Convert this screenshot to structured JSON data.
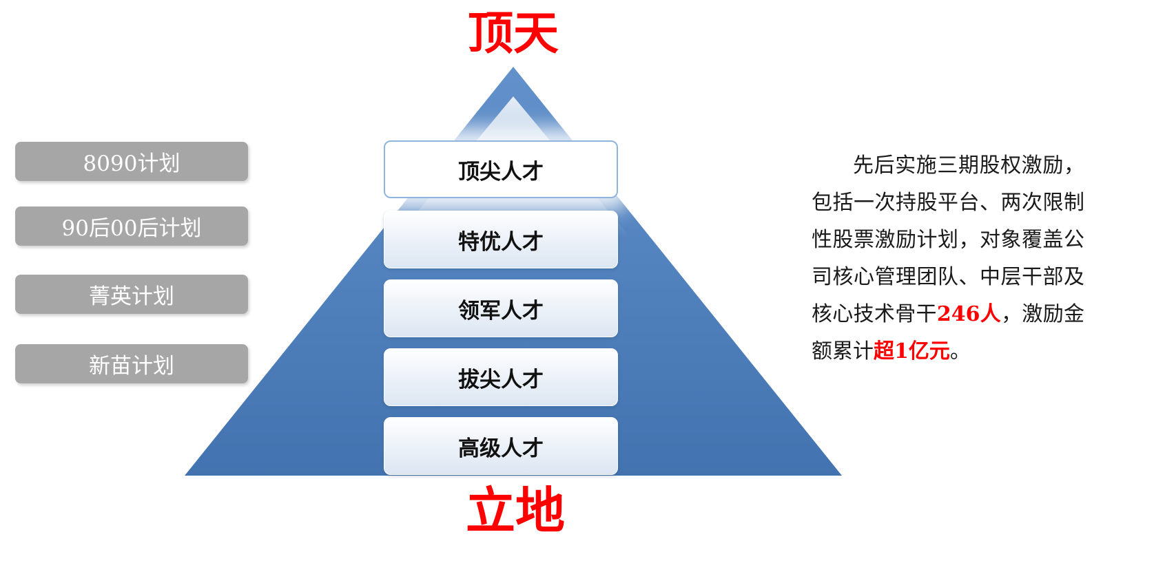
{
  "titles": {
    "top": "顶天",
    "bottom": "立地"
  },
  "left_plans": [
    {
      "label": "8090计划"
    },
    {
      "label": "90后00后计划"
    },
    {
      "label": "菁英计划"
    },
    {
      "label": "新苗计划"
    }
  ],
  "pyramid_levels": [
    {
      "label": "顶尖人才"
    },
    {
      "label": "特优人才"
    },
    {
      "label": "领军人才"
    },
    {
      "label": "拔尖人才"
    },
    {
      "label": "高级人才"
    }
  ],
  "description": {
    "segments": [
      {
        "text": "先后实施三期股权激励，包括一次持股平台、两次限制性股票激励计划，对象覆盖公司核心管理团队、中层干部及核心技术骨干",
        "style": "normal"
      },
      {
        "text": "246人",
        "style": "red-bold"
      },
      {
        "text": "，激励金额累计",
        "style": "normal"
      },
      {
        "text": "超1亿元",
        "style": "red-bold"
      },
      {
        "text": "。",
        "style": "normal"
      }
    ]
  },
  "colors": {
    "accent_red": "#ff0000",
    "pyramid_blue_top": "#6291cb",
    "pyramid_blue_bottom": "#4273b0",
    "gray_button": "#a6a6a6",
    "level_box_border": "#8eb4dd",
    "level_box_fill_bottom": "#dce6f2",
    "text_black": "#1a1a1a"
  }
}
